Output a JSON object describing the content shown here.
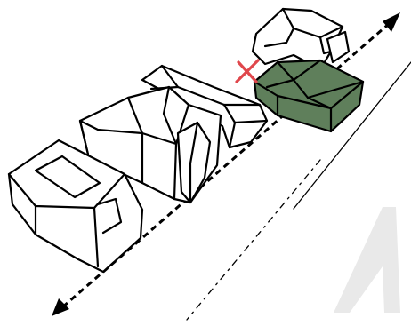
{
  "colors": {
    "background": "#ffffff",
    "line": "#000000",
    "highlight_fill": "#5f7f5b",
    "highlight_fill_dark": "#4f6d4c",
    "cross_mark": "#e0474c",
    "north_arrow": "#e9e9e9",
    "house_fill": "#ffffff"
  },
  "icons": {
    "street_axis": "double-headed-dashed-arrow",
    "prohibition": "red-x-mark",
    "north": "large-grey-north-arrow"
  }
}
